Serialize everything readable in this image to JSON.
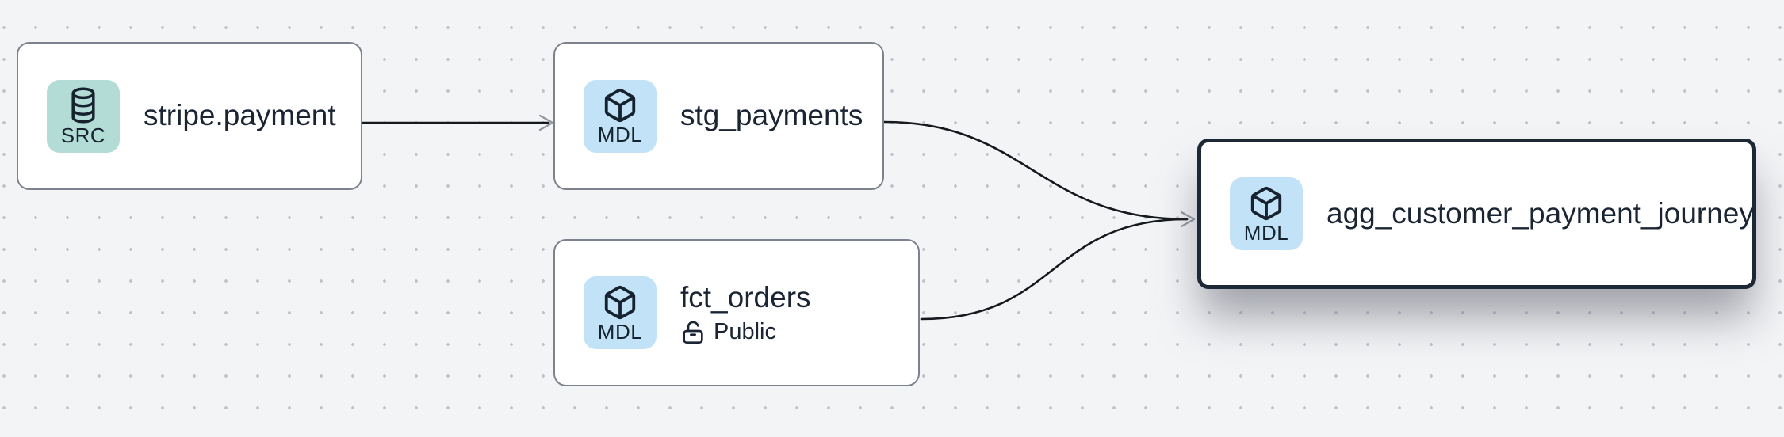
{
  "canvas": {
    "background_color": "#f3f4f6",
    "dot_color": "#bfc2c9",
    "edge_color": "#15181d",
    "arrowhead_color": "#9298a1",
    "node_border_color": "#7d838d",
    "selected_node_border_color": "#1d2836",
    "text_color": "#1a2433",
    "src_badge_color": "#b3dcd7",
    "mdl_badge_color": "#c2e2f8"
  },
  "nodes": [
    {
      "title": "stripe.payment",
      "badge_label": "SRC",
      "badge_icon": "database-icon",
      "type": "source",
      "selected": false
    },
    {
      "title": "stg_payments",
      "badge_label": "MDL",
      "badge_icon": "box-icon",
      "type": "model",
      "selected": false
    },
    {
      "title": "fct_orders",
      "badge_label": "MDL",
      "badge_icon": "box-icon",
      "subtitle": "Public",
      "subtitle_icon": "lock-open-icon",
      "type": "model",
      "selected": false
    },
    {
      "title": "agg_customer_payment_journey",
      "badge_label": "MDL",
      "badge_icon": "box-icon",
      "type": "model",
      "selected": true
    }
  ],
  "edges": [
    {
      "from": "stripe.payment",
      "to": "stg_payments"
    },
    {
      "from": "stg_payments",
      "to": "agg_customer_payment_journey"
    },
    {
      "from": "fct_orders",
      "to": "agg_customer_payment_journey"
    }
  ]
}
